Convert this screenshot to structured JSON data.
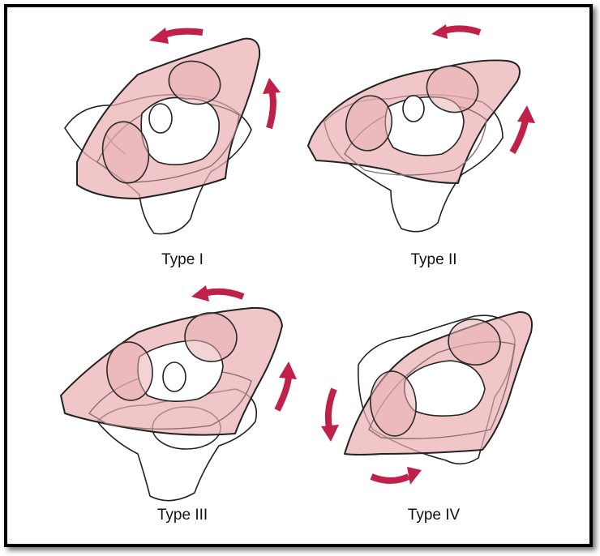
{
  "colors": {
    "atlas_fill": "#eab0b3",
    "arrow": "#c0214a",
    "outline": "#222222"
  },
  "panels": [
    {
      "label": "Type I"
    },
    {
      "label": "Type II"
    },
    {
      "label": "Type III"
    },
    {
      "label": "Type IV"
    }
  ]
}
